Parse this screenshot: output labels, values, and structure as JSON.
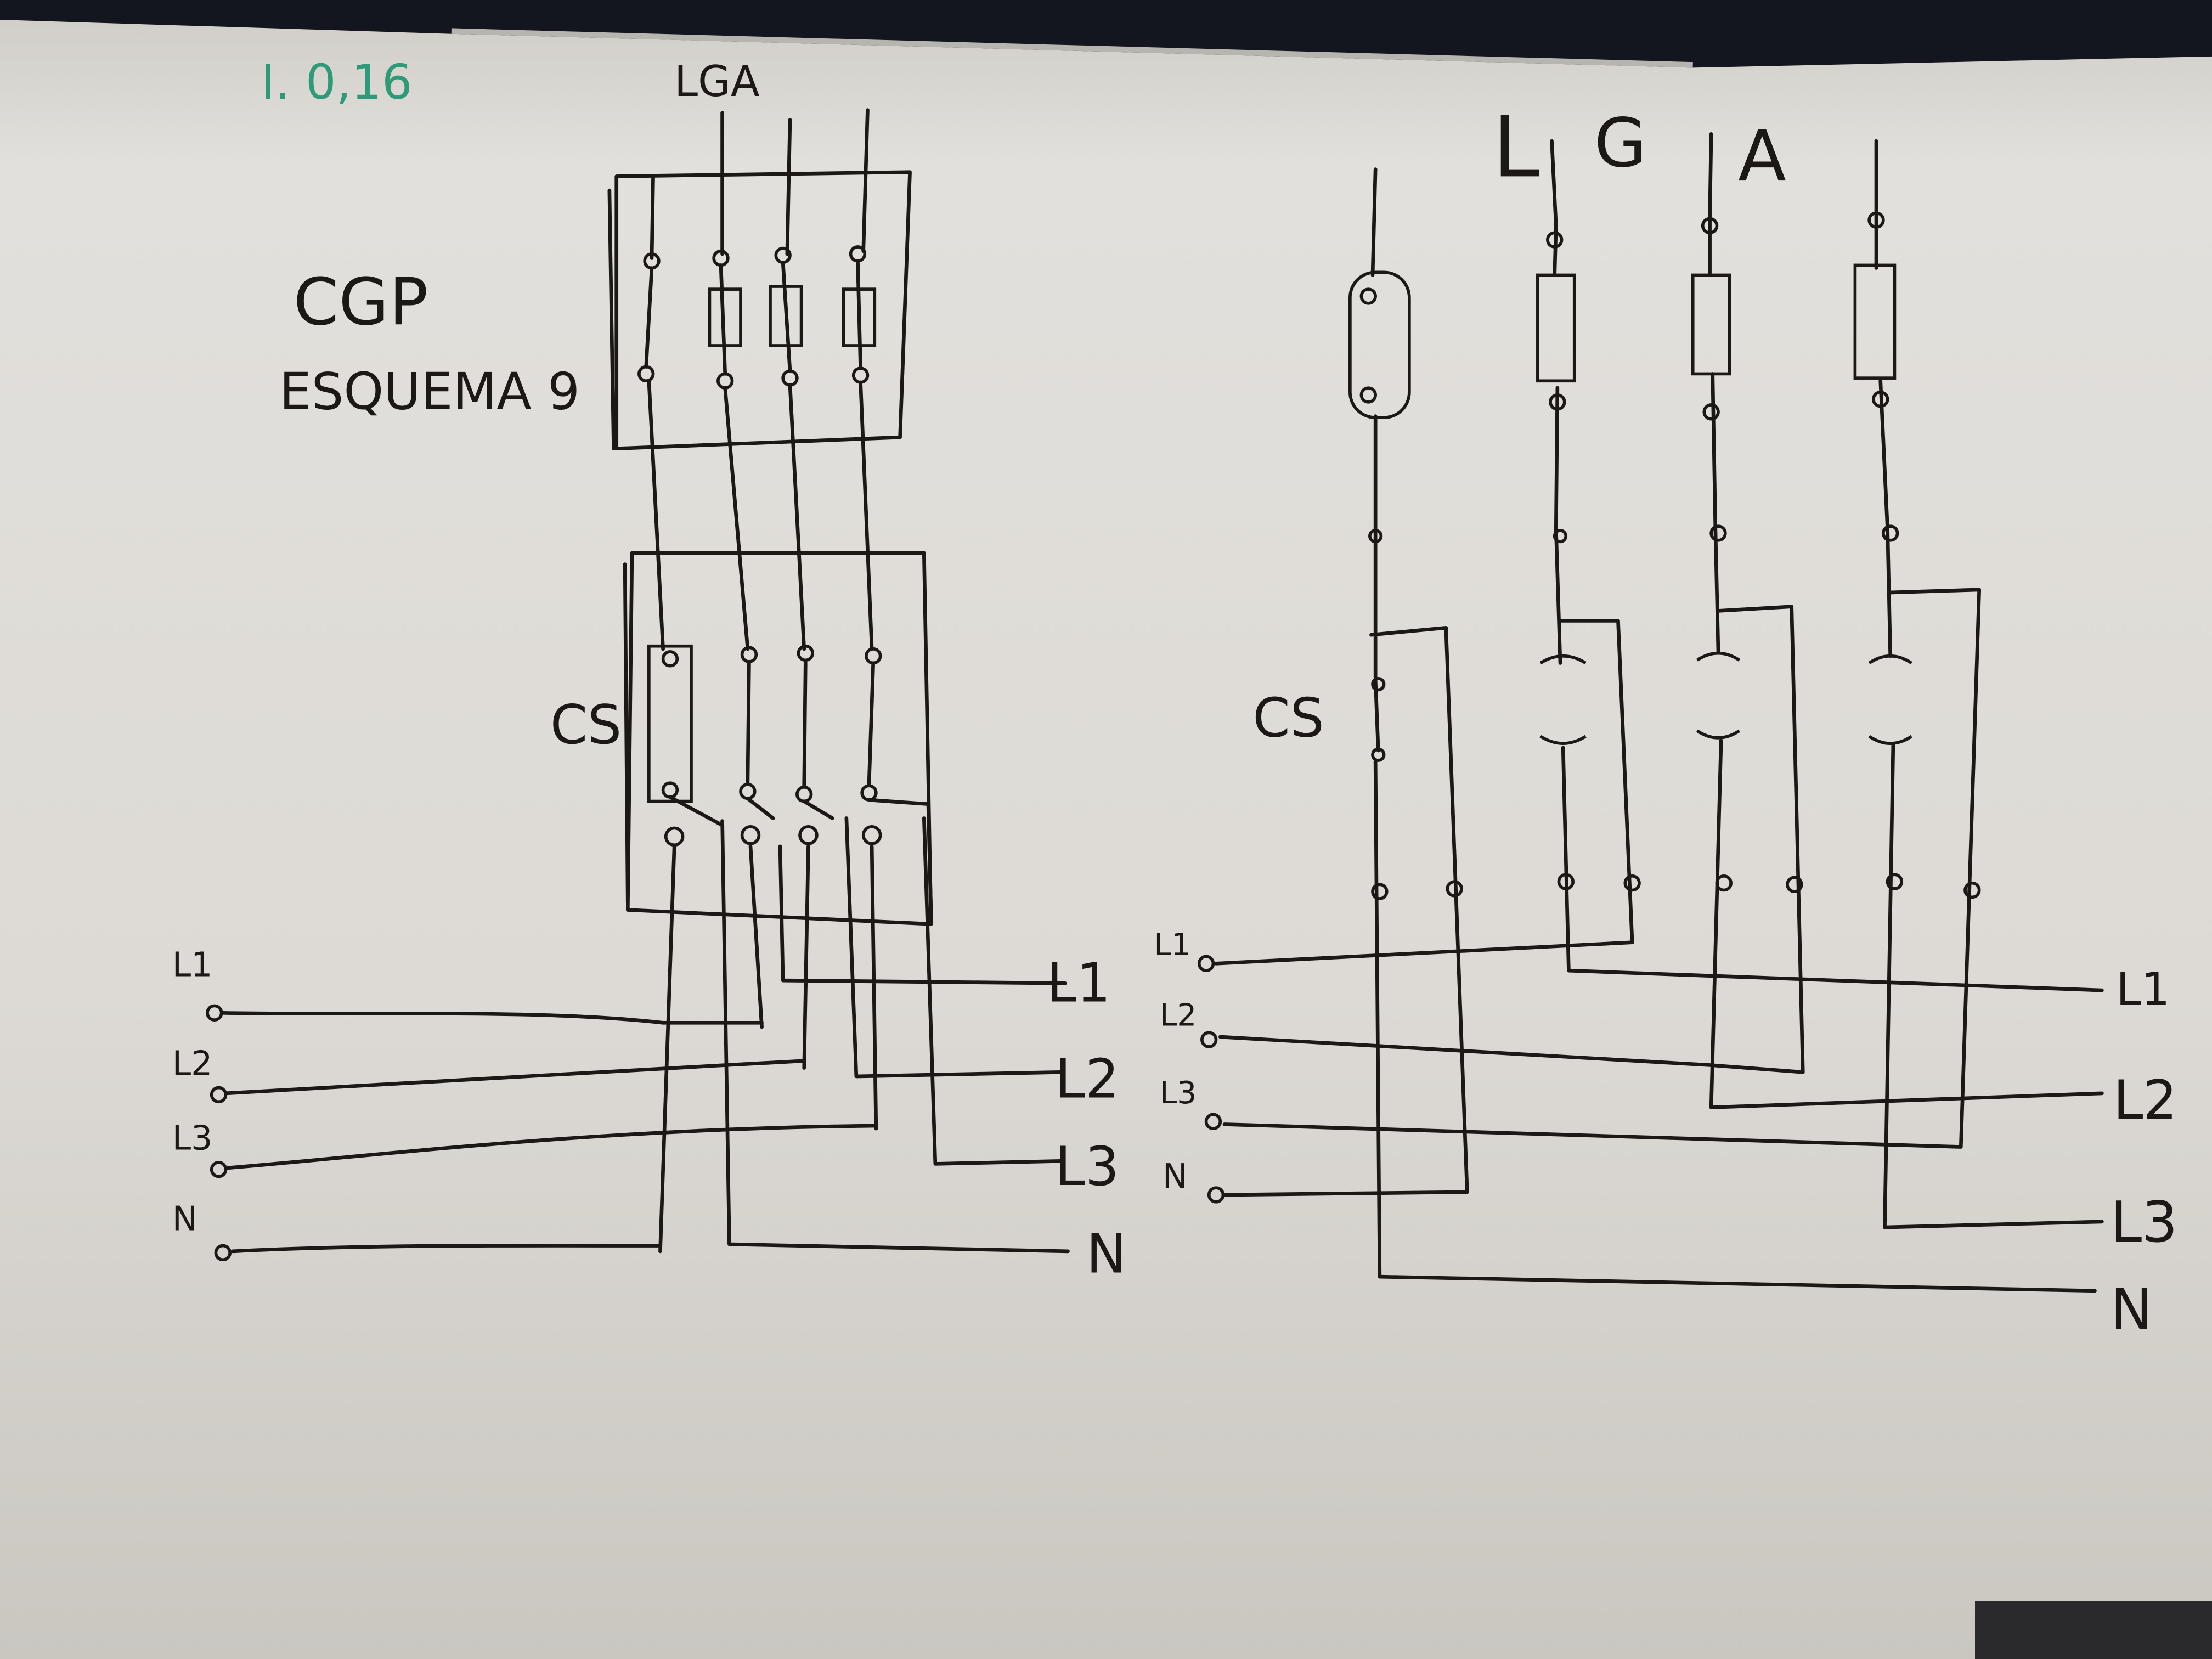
{
  "whiteboard": {
    "note_green": "I. 0,16",
    "left": {
      "lga_label": "LGA",
      "cgp_label": "CGP",
      "scheme_label": "ESQUEMA 9",
      "cs_label": "CS",
      "inputs": [
        "L1",
        "L2",
        "L3",
        "N"
      ],
      "outputs": [
        "L1",
        "L2",
        "L3",
        "N"
      ]
    },
    "right": {
      "lga_letters": [
        "L",
        "G",
        "A"
      ],
      "cs_label": "CS",
      "inputs": [
        "L1",
        "L2",
        "L3",
        "N"
      ],
      "outputs": [
        "L1",
        "L2",
        "L3",
        "N"
      ]
    }
  }
}
